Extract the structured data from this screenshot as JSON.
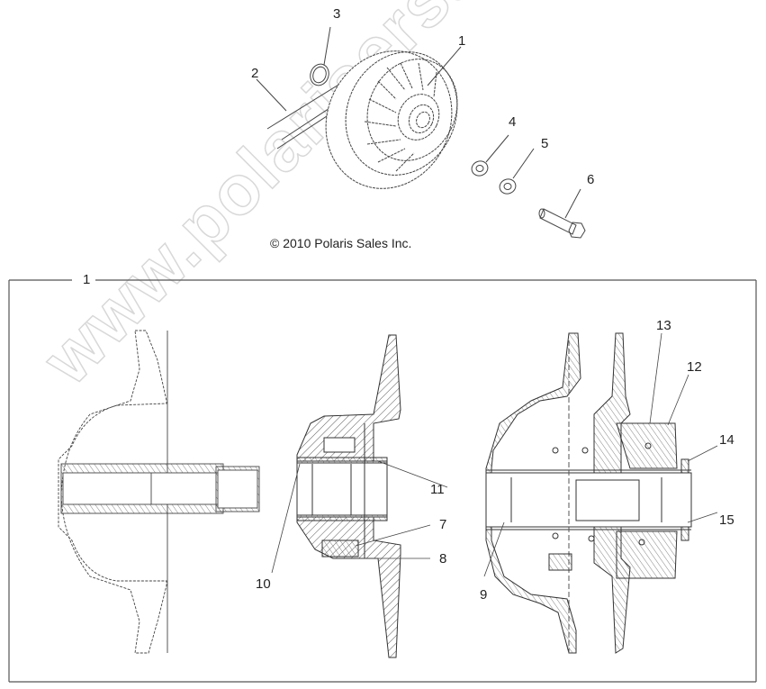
{
  "diagram": {
    "copyright": "© 2010 Polaris Sales Inc.",
    "watermark": "www.polarisersatzteile.de",
    "frame_label": "1",
    "exploded_view": {
      "callouts": [
        {
          "id": "1",
          "label": "1",
          "part": "clutch assembly"
        },
        {
          "id": "2",
          "label": "2",
          "part": "drive belt"
        },
        {
          "id": "3",
          "label": "3",
          "part": "o-ring"
        },
        {
          "id": "4",
          "label": "4",
          "part": "washer"
        },
        {
          "id": "5",
          "label": "5",
          "part": "washer"
        },
        {
          "id": "6",
          "label": "6",
          "part": "bolt"
        }
      ]
    },
    "section_view": {
      "callouts": [
        {
          "id": "7",
          "label": "7"
        },
        {
          "id": "8",
          "label": "8"
        },
        {
          "id": "9",
          "label": "9"
        },
        {
          "id": "10",
          "label": "10"
        },
        {
          "id": "11",
          "label": "11"
        },
        {
          "id": "12",
          "label": "12"
        },
        {
          "id": "13",
          "label": "13"
        },
        {
          "id": "14",
          "label": "14"
        },
        {
          "id": "15",
          "label": "15"
        }
      ]
    },
    "colors": {
      "line": "#333333",
      "frame": "#555555",
      "watermark": "#d8d8d8",
      "background": "#ffffff"
    }
  }
}
